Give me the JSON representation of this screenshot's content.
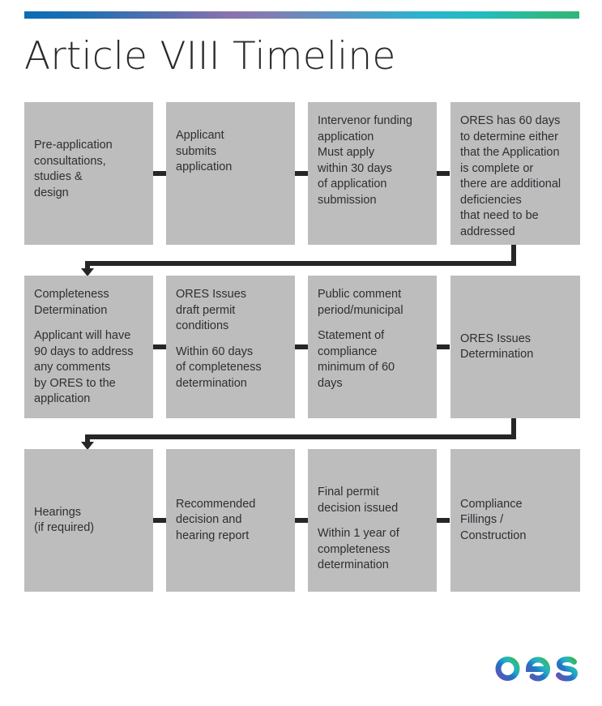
{
  "document": {
    "title": "Article VIII Timeline",
    "brand": "aes",
    "accent_gradient": [
      "#0a6cb4",
      "#8a72ad",
      "#2cb3ce",
      "#31b679"
    ],
    "node_fill": "#bdbdbd",
    "connector_color": "#262626"
  },
  "flow": {
    "rows": [
      {
        "nodes": [
          {
            "id": "pre-application",
            "align": "align-upper",
            "paragraphs": [
              "Pre-application\nconsultations,\nstudies &\ndesign"
            ]
          },
          {
            "id": "applicant-submits",
            "align": "align-upper2",
            "paragraphs": [
              "Applicant\nsubmits\napplication"
            ]
          },
          {
            "id": "intervenor-funding",
            "align": "align-top",
            "paragraphs": [
              "Intervenor funding\napplication\nMust apply\nwithin 30 days\nof application\nsubmission"
            ]
          },
          {
            "id": "ores-60-days",
            "align": "align-top",
            "paragraphs": [
              "ORES has 60 days\nto determine either\nthat the Application\nis complete or\nthere are additional\ndeficiencies\nthat need to be\naddressed"
            ]
          }
        ]
      },
      {
        "nodes": [
          {
            "id": "completeness-determination",
            "align": "align-top",
            "paragraphs": [
              "Completeness\nDetermination",
              "Applicant will have\n90 days to address\nany comments\nby ORES to the\napplication"
            ]
          },
          {
            "id": "ores-draft-permit",
            "align": "align-top",
            "paragraphs": [
              "ORES Issues\ndraft permit\nconditions",
              "Within 60 days\nof completeness\ndetermination"
            ]
          },
          {
            "id": "public-comment",
            "align": "align-top",
            "paragraphs": [
              "Public comment\nperiod/municipal",
              "Statement of\ncompliance\nminimum of 60\ndays"
            ]
          },
          {
            "id": "ores-issues-determination",
            "align": "align-mid",
            "paragraphs": [
              "ORES Issues\nDetermination"
            ]
          }
        ]
      },
      {
        "nodes": [
          {
            "id": "hearings",
            "align": "align-mid",
            "paragraphs": [
              "Hearings\n(if required)"
            ]
          },
          {
            "id": "recommended-decision",
            "align": "align-mid",
            "paragraphs": [
              "Recommended\ndecision and\nhearing report"
            ]
          },
          {
            "id": "final-permit-decision",
            "align": "align-top",
            "paragraphs": [
              "Final permit\ndecision issued",
              "Within 1 year of\ncompleteness\ndetermination"
            ]
          },
          {
            "id": "compliance-fillings",
            "align": "align-mid",
            "paragraphs": [
              "Compliance\nFillings /\nConstruction"
            ]
          }
        ]
      }
    ]
  }
}
